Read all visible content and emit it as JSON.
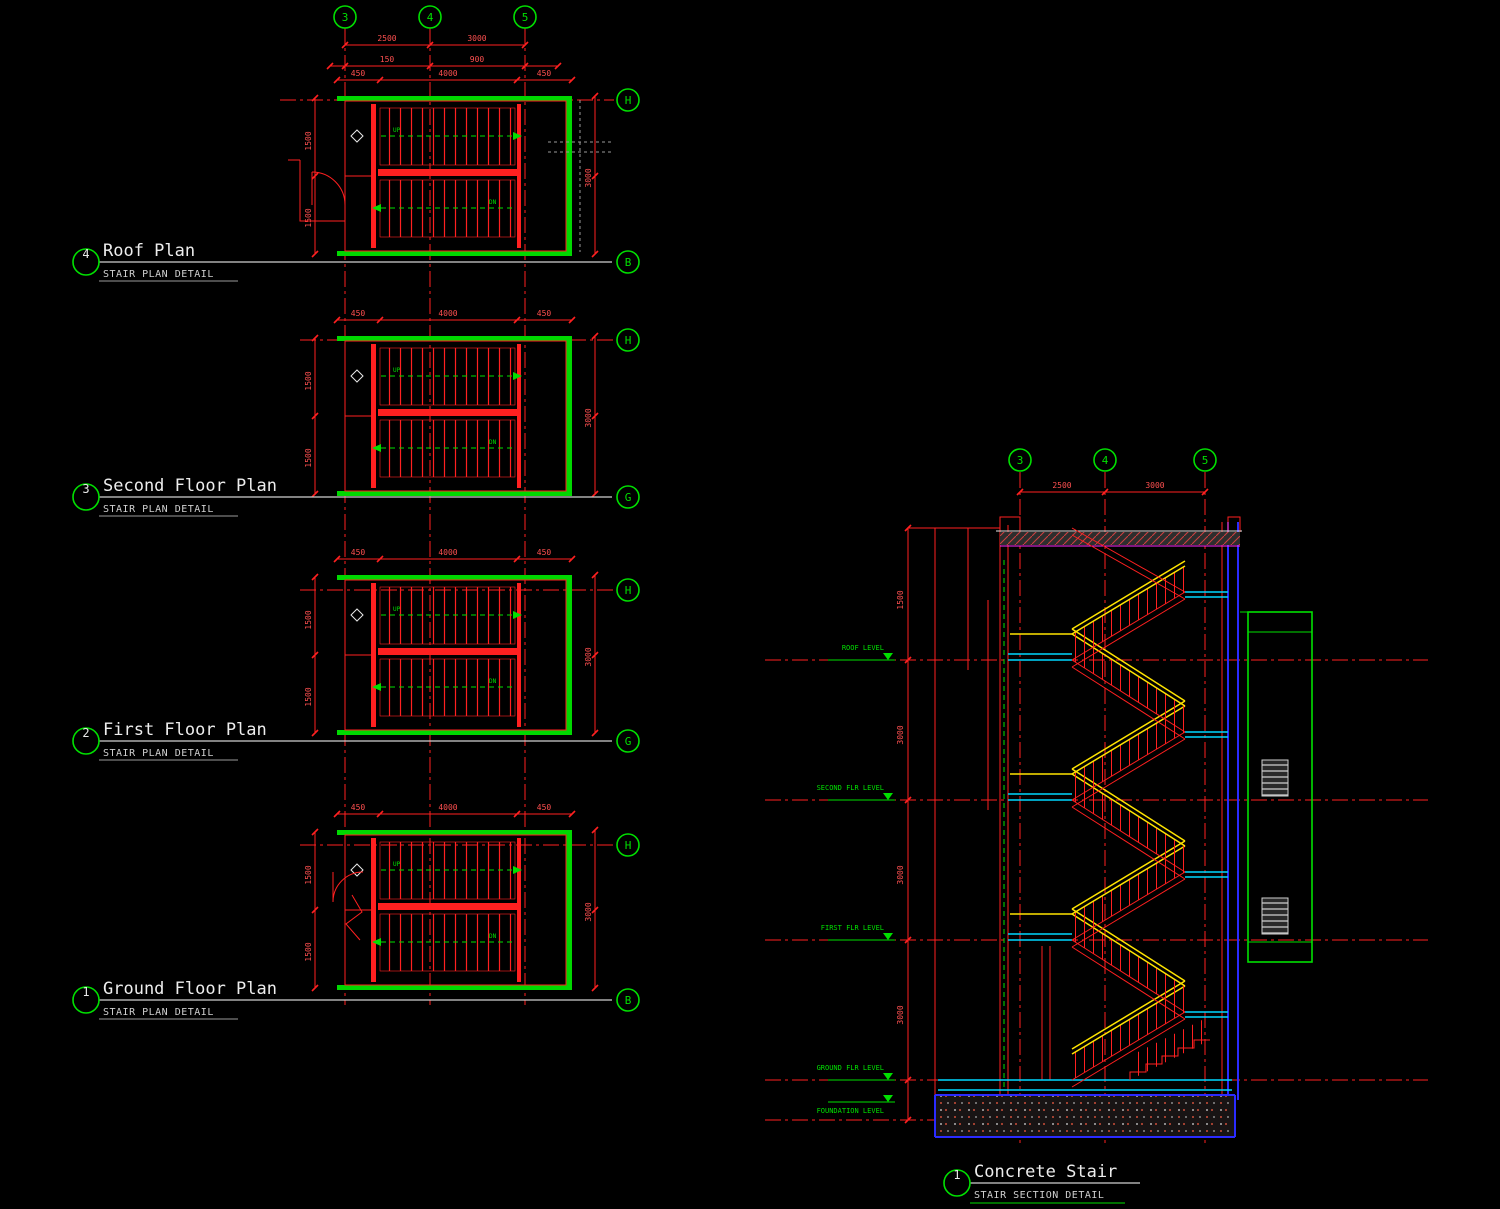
{
  "drawing": {
    "background": "#000000",
    "accent_red": "#ff2020",
    "accent_green": "#00e000",
    "accent_yellow": "#ffe400",
    "accent_cyan": "#00d8ff",
    "accent_blue": "#2b2bff",
    "text_white": "#e8e8e8"
  },
  "plan_callouts": [
    {
      "number": "4",
      "title": "Roof Plan",
      "subtitle": "STAIR PLAN DETAIL"
    },
    {
      "number": "3",
      "title": "Second Floor Plan",
      "subtitle": "STAIR PLAN DETAIL"
    },
    {
      "number": "2",
      "title": "First Floor Plan",
      "subtitle": "STAIR PLAN DETAIL"
    },
    {
      "number": "1",
      "title": "Ground Floor Plan",
      "subtitle": "STAIR PLAN DETAIL"
    }
  ],
  "section_callout": {
    "number": "1",
    "title": "Concrete Stair",
    "subtitle": "STAIR SECTION DETAIL"
  },
  "grid": {
    "plan_top": [
      "3",
      "4",
      "5"
    ],
    "plan_right": [
      "H",
      "B",
      "H",
      "G",
      "H",
      "G",
      "H",
      "B"
    ],
    "section_top": [
      "3",
      "4",
      "5"
    ]
  },
  "levels": [
    {
      "label": "ROOF LEVEL"
    },
    {
      "label": "SECOND FLR LEVEL"
    },
    {
      "label": "FIRST FLR LEVEL"
    },
    {
      "label": "GROUND FLR LEVEL"
    },
    {
      "label": "FOUNDATION LEVEL"
    }
  ],
  "dims": {
    "d2500": "2500",
    "d3000": "3000",
    "d4000": "4000",
    "d1500": "1500",
    "d450": "450",
    "d900": "900",
    "d150": "150"
  },
  "labels": {
    "up": "UP",
    "dn": "DN"
  }
}
